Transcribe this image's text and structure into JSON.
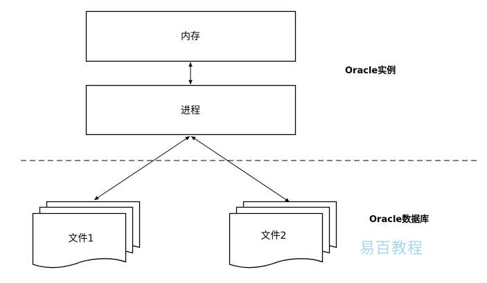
{
  "nodes": {
    "memory": "内存",
    "process": "进程",
    "file1": "文件1",
    "file2": "文件2"
  },
  "labels": {
    "instance": "Oracle实例",
    "database": "Oracle数据库"
  },
  "watermark": "易百教程",
  "colors": {
    "stroke": "#000000",
    "watermark": "#a9d6ec",
    "background": "#ffffff"
  }
}
